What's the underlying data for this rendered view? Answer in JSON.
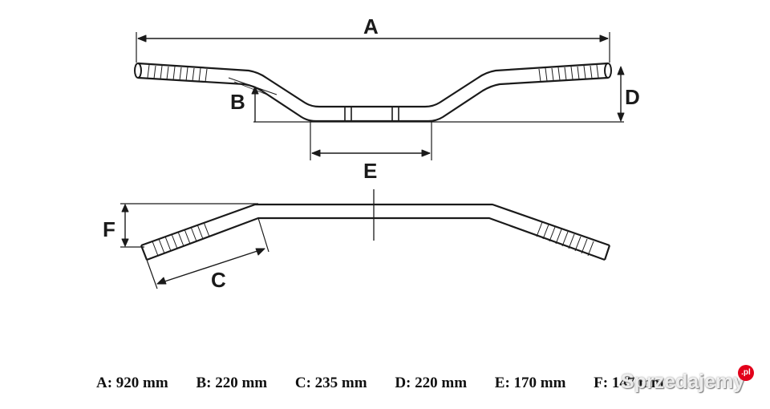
{
  "labels": {
    "a": "A",
    "b": "B",
    "c": "C",
    "d": "D",
    "e": "E",
    "f": "F"
  },
  "specs": [
    {
      "text": "A: 920 mm"
    },
    {
      "text": "B: 220 mm"
    },
    {
      "text": "C: 235 mm"
    },
    {
      "text": "D: 220 mm"
    },
    {
      "text": "E: 170 mm"
    },
    {
      "text": "F: 147 mm"
    }
  ],
  "watermark": {
    "text": "Sprzedajemy",
    "suffix": ".pl"
  },
  "colors": {
    "line": "#1a1a1a",
    "watermark_badge": "#e2001a"
  }
}
